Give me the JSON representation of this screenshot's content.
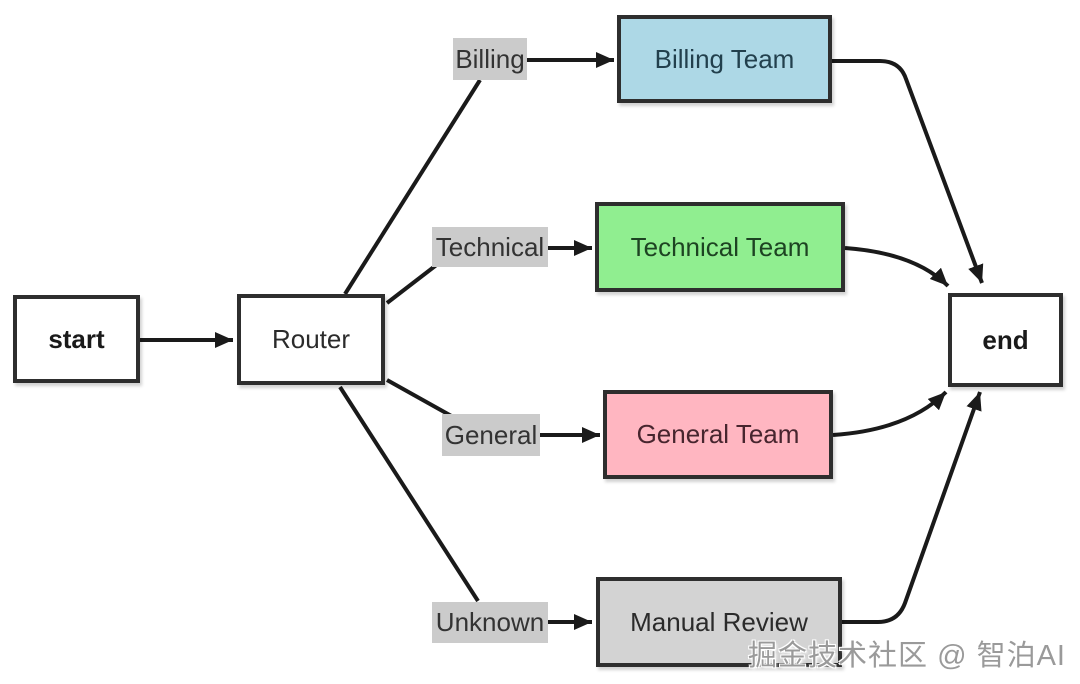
{
  "diagram": {
    "background": "#ffffff",
    "edge_color": "#1a1a1a",
    "node_border_color": "#2e2e2e",
    "edge_label_bg": "#cbcbcb",
    "edge_label_text": "#333333",
    "nodes": {
      "start": {
        "label": "start",
        "fill": "#ffffff",
        "text_color": "#1a1a1a"
      },
      "router": {
        "label": "Router",
        "fill": "#ffffff",
        "text_color": "#2b2b2b"
      },
      "billing_team": {
        "label": "Billing Team",
        "fill": "#add8e6",
        "text_color": "#22404d"
      },
      "technical_team": {
        "label": "Technical Team",
        "fill": "#90ee90",
        "text_color": "#1d4322"
      },
      "general_team": {
        "label": "General Team",
        "fill": "#ffb6c1",
        "text_color": "#47252e"
      },
      "manual_review": {
        "label": "Manual Review",
        "fill": "#d3d3d3",
        "text_color": "#2b2b2b"
      },
      "end": {
        "label": "end",
        "fill": "#ffffff",
        "text_color": "#1a1a1a"
      }
    },
    "edge_labels": {
      "billing": {
        "label": "Billing"
      },
      "technical": {
        "label": "Technical"
      },
      "general": {
        "label": "General"
      },
      "unknown": {
        "label": "Unknown"
      }
    },
    "watermark": {
      "text": "掘金技术社区 @ 智泊AI",
      "color": "#9a9a9a"
    }
  }
}
